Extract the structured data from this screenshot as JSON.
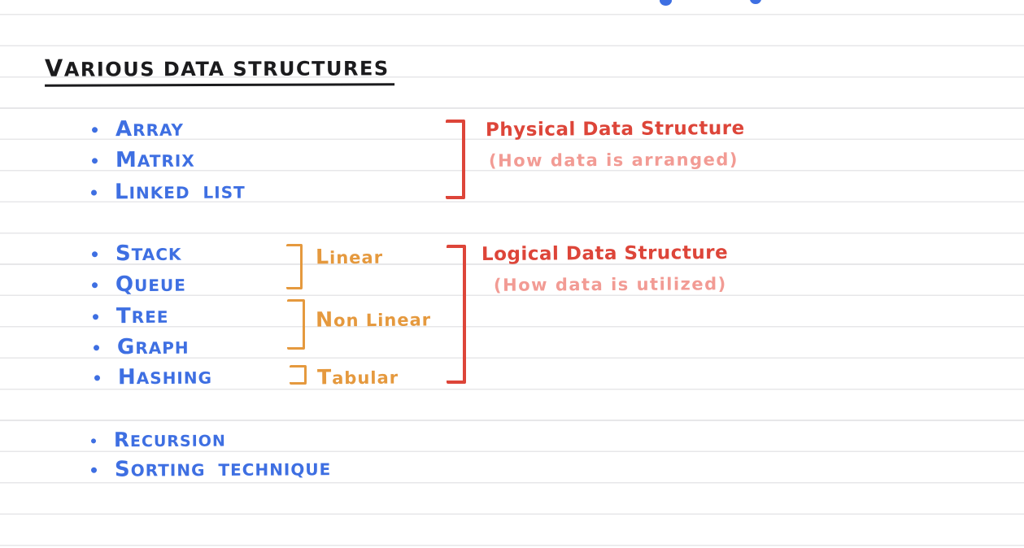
{
  "colors": {
    "ink_black": "#1b1b1d",
    "ink_blue": "#3e6fe2",
    "ink_red": "#dd4539",
    "ink_pink": "#f29b94",
    "ink_orange": "#e5993e",
    "ruled_line": "#e7e7e9",
    "background": "#ffffff"
  },
  "title": "VARIOUS DATA STRUCTURES",
  "physical": {
    "items": [
      {
        "label": "ARRAY"
      },
      {
        "label": "MATRIX"
      },
      {
        "label": "LINKED LIST"
      }
    ],
    "heading": "Physical Data Structure",
    "subheading": "(How data is arranged)"
  },
  "logical": {
    "items": [
      {
        "label": "STACK"
      },
      {
        "label": "QUEUE"
      },
      {
        "label": "TREE"
      },
      {
        "label": "GRAPH"
      },
      {
        "label": "HASHING"
      }
    ],
    "categories": [
      {
        "label": "Linear",
        "members": [
          "STACK",
          "QUEUE"
        ]
      },
      {
        "label": "Non Linear",
        "members": [
          "TREE",
          "GRAPH"
        ]
      },
      {
        "label": "Tabular",
        "members": [
          "HASHING"
        ]
      }
    ],
    "heading": "Logical Data Structure",
    "subheading": "(How data is utilized)"
  },
  "other": {
    "items": [
      {
        "label": "RECURSION"
      },
      {
        "label": "SORTING TECHNIQUE"
      }
    ]
  }
}
